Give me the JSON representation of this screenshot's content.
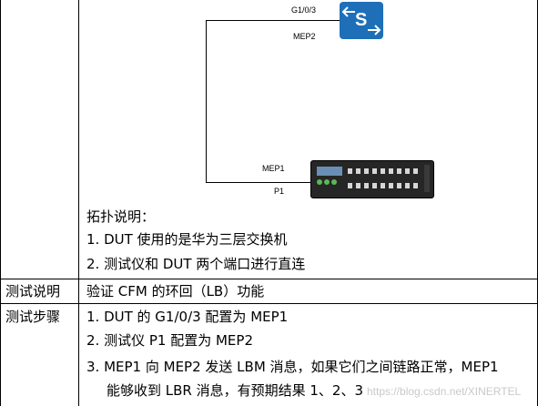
{
  "topology": {
    "port_top": "G1/0/3",
    "mep_top": "MEP2",
    "mep_bottom": "MEP1",
    "port_bottom": "P1",
    "switch_glyph": "S",
    "switch_icon": "switch-icon",
    "tester_icon": "test-equipment-icon",
    "caption": "拓扑说明：",
    "items": [
      "1.  DUT 使用的是华为三层交换机",
      "2.  测试仪和 DUT 两个端口进行直连"
    ]
  },
  "rows": [
    {
      "label": "测试说明",
      "content": "验证 CFM 的环回（LB）功能"
    }
  ],
  "steps": {
    "label": "测试步骤",
    "items": [
      "1.  DUT 的 G1/0/3 配置为 MEP1",
      "2.  测试仪 P1 配置为 MEP2",
      "3. MEP1 向 MEP2 发送 LBM 消息，如果它们之间链路正常，MEP1",
      "能够收到 LBR 消息，有预期结果 1、2、3"
    ]
  },
  "watermark": "https://blog.csdn.net/XINERTEL",
  "colors": {
    "switch_blue": "#1e6fb8",
    "border": "#000000"
  }
}
